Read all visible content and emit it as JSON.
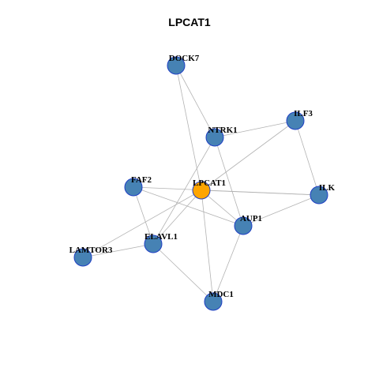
{
  "title": "LPCAT1",
  "colors": {
    "focus_node": "#ffa500",
    "node": "#4682b4",
    "node_border": "#1f3fc4",
    "edge": "#b3b3b3"
  },
  "nodes": [
    {
      "id": "DOCK7",
      "label": "DOCK7",
      "focus": false
    },
    {
      "id": "ILF3",
      "label": "ILF3",
      "focus": false
    },
    {
      "id": "NTRK1",
      "label": "NTRK1",
      "focus": false
    },
    {
      "id": "FAF2",
      "label": "FAF2",
      "focus": false
    },
    {
      "id": "LPCAT1",
      "label": "LPCAT1",
      "focus": true
    },
    {
      "id": "ILK",
      "label": "ILK",
      "focus": false
    },
    {
      "id": "AUP1",
      "label": "AUP1",
      "focus": false
    },
    {
      "id": "ELAVL1",
      "label": "ELAVL1",
      "focus": false
    },
    {
      "id": "LAMTOR3",
      "label": "LAMTOR3",
      "focus": false
    },
    {
      "id": "MDC1",
      "label": "MDC1",
      "focus": false
    }
  ],
  "edges": [
    [
      "DOCK7",
      "NTRK1"
    ],
    [
      "DOCK7",
      "LPCAT1"
    ],
    [
      "NTRK1",
      "ILF3"
    ],
    [
      "ILF3",
      "LPCAT1"
    ],
    [
      "ILF3",
      "ILK"
    ],
    [
      "NTRK1",
      "ELAVL1"
    ],
    [
      "NTRK1",
      "AUP1"
    ],
    [
      "FAF2",
      "ILK"
    ],
    [
      "FAF2",
      "AUP1"
    ],
    [
      "FAF2",
      "ELAVL1"
    ],
    [
      "LPCAT1",
      "ILK"
    ],
    [
      "LPCAT1",
      "AUP1"
    ],
    [
      "LPCAT1",
      "ELAVL1"
    ],
    [
      "LPCAT1",
      "LAMTOR3"
    ],
    [
      "LPCAT1",
      "MDC1"
    ],
    [
      "AUP1",
      "ILK"
    ],
    [
      "AUP1",
      "MDC1"
    ],
    [
      "ELAVL1",
      "LAMTOR3"
    ],
    [
      "ELAVL1",
      "MDC1"
    ]
  ]
}
